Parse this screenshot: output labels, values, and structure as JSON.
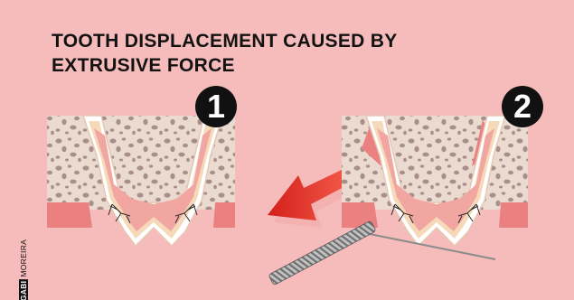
{
  "title": {
    "line1": "TOOTH DISPLACEMENT CAUSED BY",
    "line2": "EXTRUSIVE FORCE"
  },
  "badges": [
    "1",
    "2"
  ],
  "credit": {
    "first": "GABI",
    "last": "MOREIRA"
  },
  "colors": {
    "background": "#f6bcbc",
    "bone": "#eadad0",
    "bone_pores": "#a88f8a",
    "gingiva": "#ea8080",
    "enamel": "#ffffff",
    "dentin": "#f5d9b8",
    "pulp": "#f2a6a2",
    "arrow": "#e0302a",
    "instrument": "#8c8c8c"
  }
}
